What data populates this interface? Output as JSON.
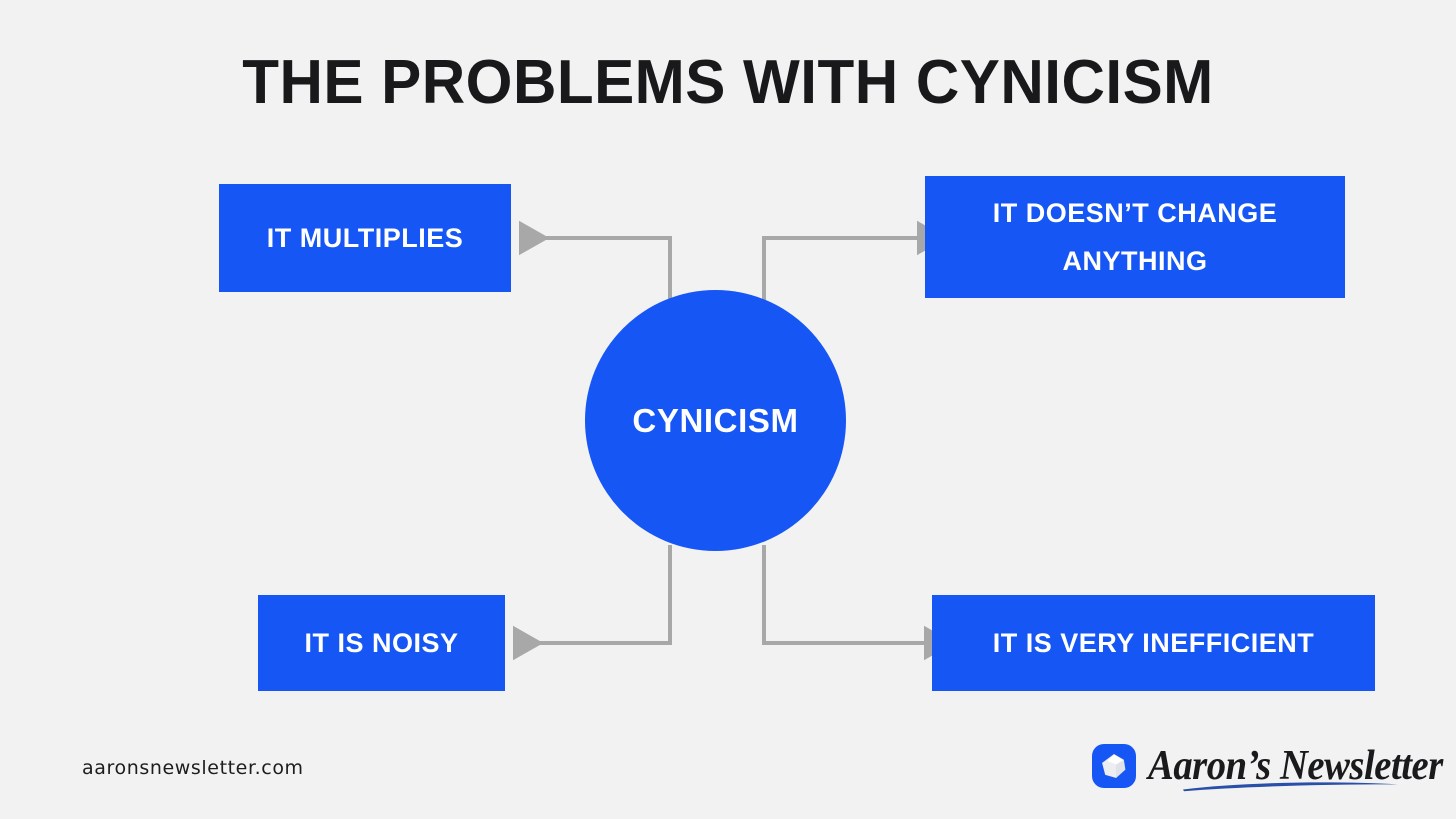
{
  "slide": {
    "title": "THE PROBLEMS WITH CYNICISM",
    "background_color": "#f2f2f2",
    "accent_color": "#1556f5",
    "connector_color": "#a8a8a8",
    "title_color": "#19191b"
  },
  "diagram": {
    "type": "hub-and-spoke",
    "hub": {
      "label": "CYNICISM",
      "shape": "circle",
      "fill": "#1556f5",
      "text_color": "#ffffff"
    },
    "nodes": [
      {
        "id": "multiplies",
        "label": "IT MULTIPLIES",
        "position": "top-left",
        "fill": "#1556f5",
        "text_color": "#ffffff",
        "arrow_direction": "hub-to-node"
      },
      {
        "id": "doesnt-change",
        "label": "IT DOESN’T CHANGE ANYTHING",
        "position": "top-right",
        "fill": "#1556f5",
        "text_color": "#ffffff",
        "arrow_direction": "hub-to-node"
      },
      {
        "id": "noisy",
        "label": "IT IS NOISY",
        "position": "bottom-left",
        "fill": "#1556f5",
        "text_color": "#ffffff",
        "arrow_direction": "hub-to-node"
      },
      {
        "id": "inefficient",
        "label": "IT IS VERY INEFFICIENT",
        "position": "bottom-right",
        "fill": "#1556f5",
        "text_color": "#ffffff",
        "arrow_direction": "hub-to-node"
      }
    ]
  },
  "footer": {
    "site_url": "aaronsnewsletter.com",
    "brand_name": "Aaron’s Newsletter",
    "brand_mark_icon": "polyhedron-gem-icon",
    "brand_mark_color": "#1556f5",
    "swoosh_color": "#2a4fa8"
  }
}
